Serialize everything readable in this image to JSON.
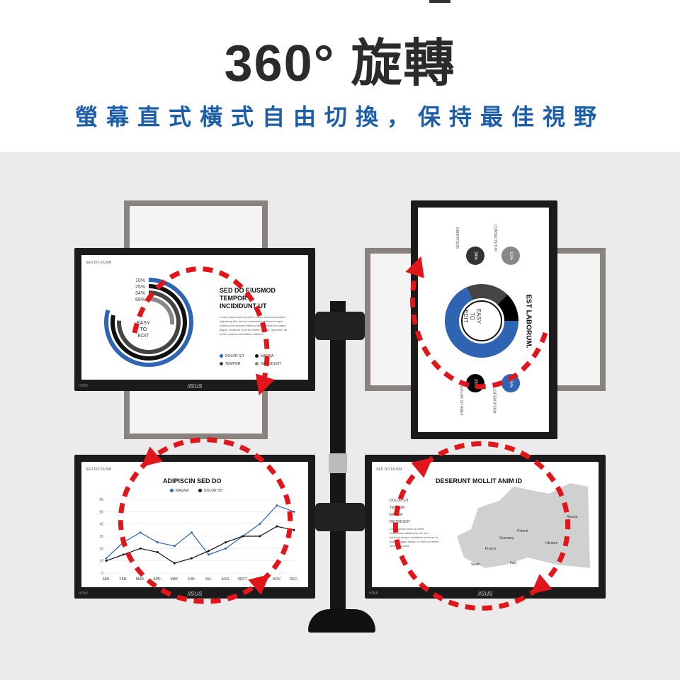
{
  "header": {
    "title": "360° 旋轉",
    "subtitle": "螢幕直式橫式自由切換，保持最佳視野"
  },
  "colors": {
    "blue": "#1d5ea8",
    "red": "#e0161b",
    "bezel": "#1b1b1b"
  },
  "brand": "/ISUS",
  "screen_label": "SED DO EIUSM",
  "hdmi": "HDMI",
  "monitor_tl": {
    "percents": [
      "10%",
      "25%",
      "34%",
      "66%"
    ],
    "center": [
      "EASY",
      "TO",
      "EDIT"
    ],
    "heading": [
      "SED DO EIUSMOD",
      "TEMPOR",
      "INCIDIDUNT UT"
    ],
    "body": "Lorem ipsum dolor sit amet, ipsum dolor consectetur adipiscing elit, sed do consectetur eiusmod tempor incididunt ut eiusmod tempor labore et dolore magna aliqua. Ut labore enim ad minim veniam, quis enim ad minim nostrud exercitation ullamco",
    "legend": [
      "DOLOR SIT",
      "MAGNA",
      "TEMPOR",
      "INCIDIDUNT"
    ]
  },
  "monitor_tr": {
    "heading": "EST LABORUM.",
    "center": [
      "EASY",
      "TO",
      "EDIT"
    ],
    "badges": [
      "10%",
      "34%",
      "66%",
      "25%"
    ],
    "labels": [
      "CONSECTETUR",
      "ENIM IPSUM",
      "LOREM IPSUM",
      "DOLOR SIT AMET"
    ]
  },
  "monitor_bl": {
    "heading": "ADIPISCIN SED DO",
    "legend": [
      "MAGNA",
      "DOLOR SIT"
    ]
  },
  "monitor_br": {
    "heading": "DESERUNT MOLLIT ANIM ID",
    "legend": [
      "DOLOR SIT",
      "TEMPOR",
      "MAGNA",
      "INCIDIDUNT"
    ],
    "body": "Lorem ipsum dolor sit amet, consectetur adipiscing elit, sed eiusmod tempor incididunt ut labore et dolore magna aliqua. Ut enim ad minim veniam nostrud",
    "countries": [
      "Russia",
      "Poland",
      "Germany",
      "Ukraine",
      "France",
      "Spain",
      "Italy"
    ]
  },
  "chart_data": {
    "type": "line",
    "categories": [
      "JAN.",
      "FEB.",
      "MAR.",
      "APR.",
      "MAY.",
      "JUN.",
      "JUL.",
      "AUG.",
      "SEPT.",
      "OCT.",
      "NOV.",
      "DEC."
    ],
    "ylim": [
      0,
      60
    ],
    "yticks": [
      "0",
      "10",
      "20",
      "30",
      "40",
      "50",
      "60"
    ],
    "series": [
      {
        "name": "MAGNA",
        "color": "#2f64b3",
        "values": [
          12,
          25,
          33,
          25,
          22,
          33,
          15,
          20,
          30,
          40,
          55,
          50
        ]
      },
      {
        "name": "DOLOR SIT",
        "color": "#111111",
        "values": [
          10,
          15,
          20,
          17,
          8,
          12,
          18,
          25,
          30,
          30,
          38,
          35
        ]
      }
    ]
  }
}
